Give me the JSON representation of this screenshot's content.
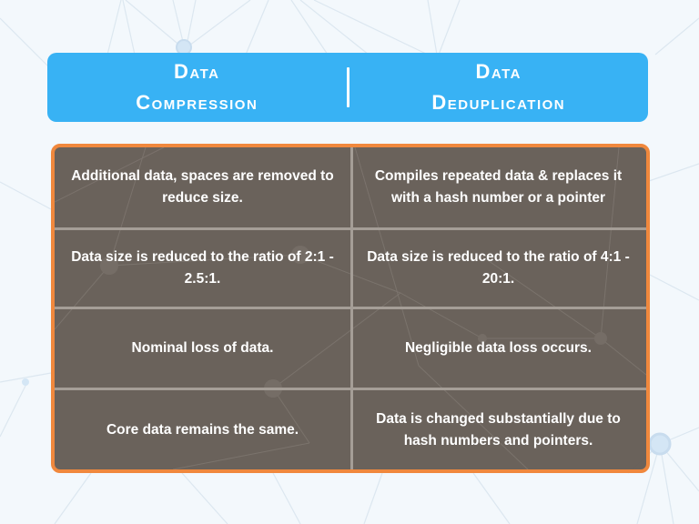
{
  "header": {
    "left": {
      "line1": "Data",
      "line2": "Compression"
    },
    "right": {
      "line1": "Data",
      "line2": "Deduplication"
    }
  },
  "rows": [
    {
      "compression": "Additional data, spaces are removed to reduce size.",
      "deduplication": "Compiles repeated data & replaces it with a hash number or a pointer"
    },
    {
      "compression": "Data size is reduced to the ratio of 2:1 - 2.5:1.",
      "deduplication": "Data size is reduced to the ratio of 4:1 - 20:1."
    },
    {
      "compression": "Nominal loss of data.",
      "deduplication": "Negligible data loss occurs."
    },
    {
      "compression": "Core data remains the same.",
      "deduplication": "Data is changed substantially due to hash numbers and pointers."
    }
  ],
  "colors": {
    "header_bg": "#38b2f4",
    "table_border": "#f0883d",
    "table_bg": "#645c54",
    "page_bg": "#f3f8fc"
  }
}
